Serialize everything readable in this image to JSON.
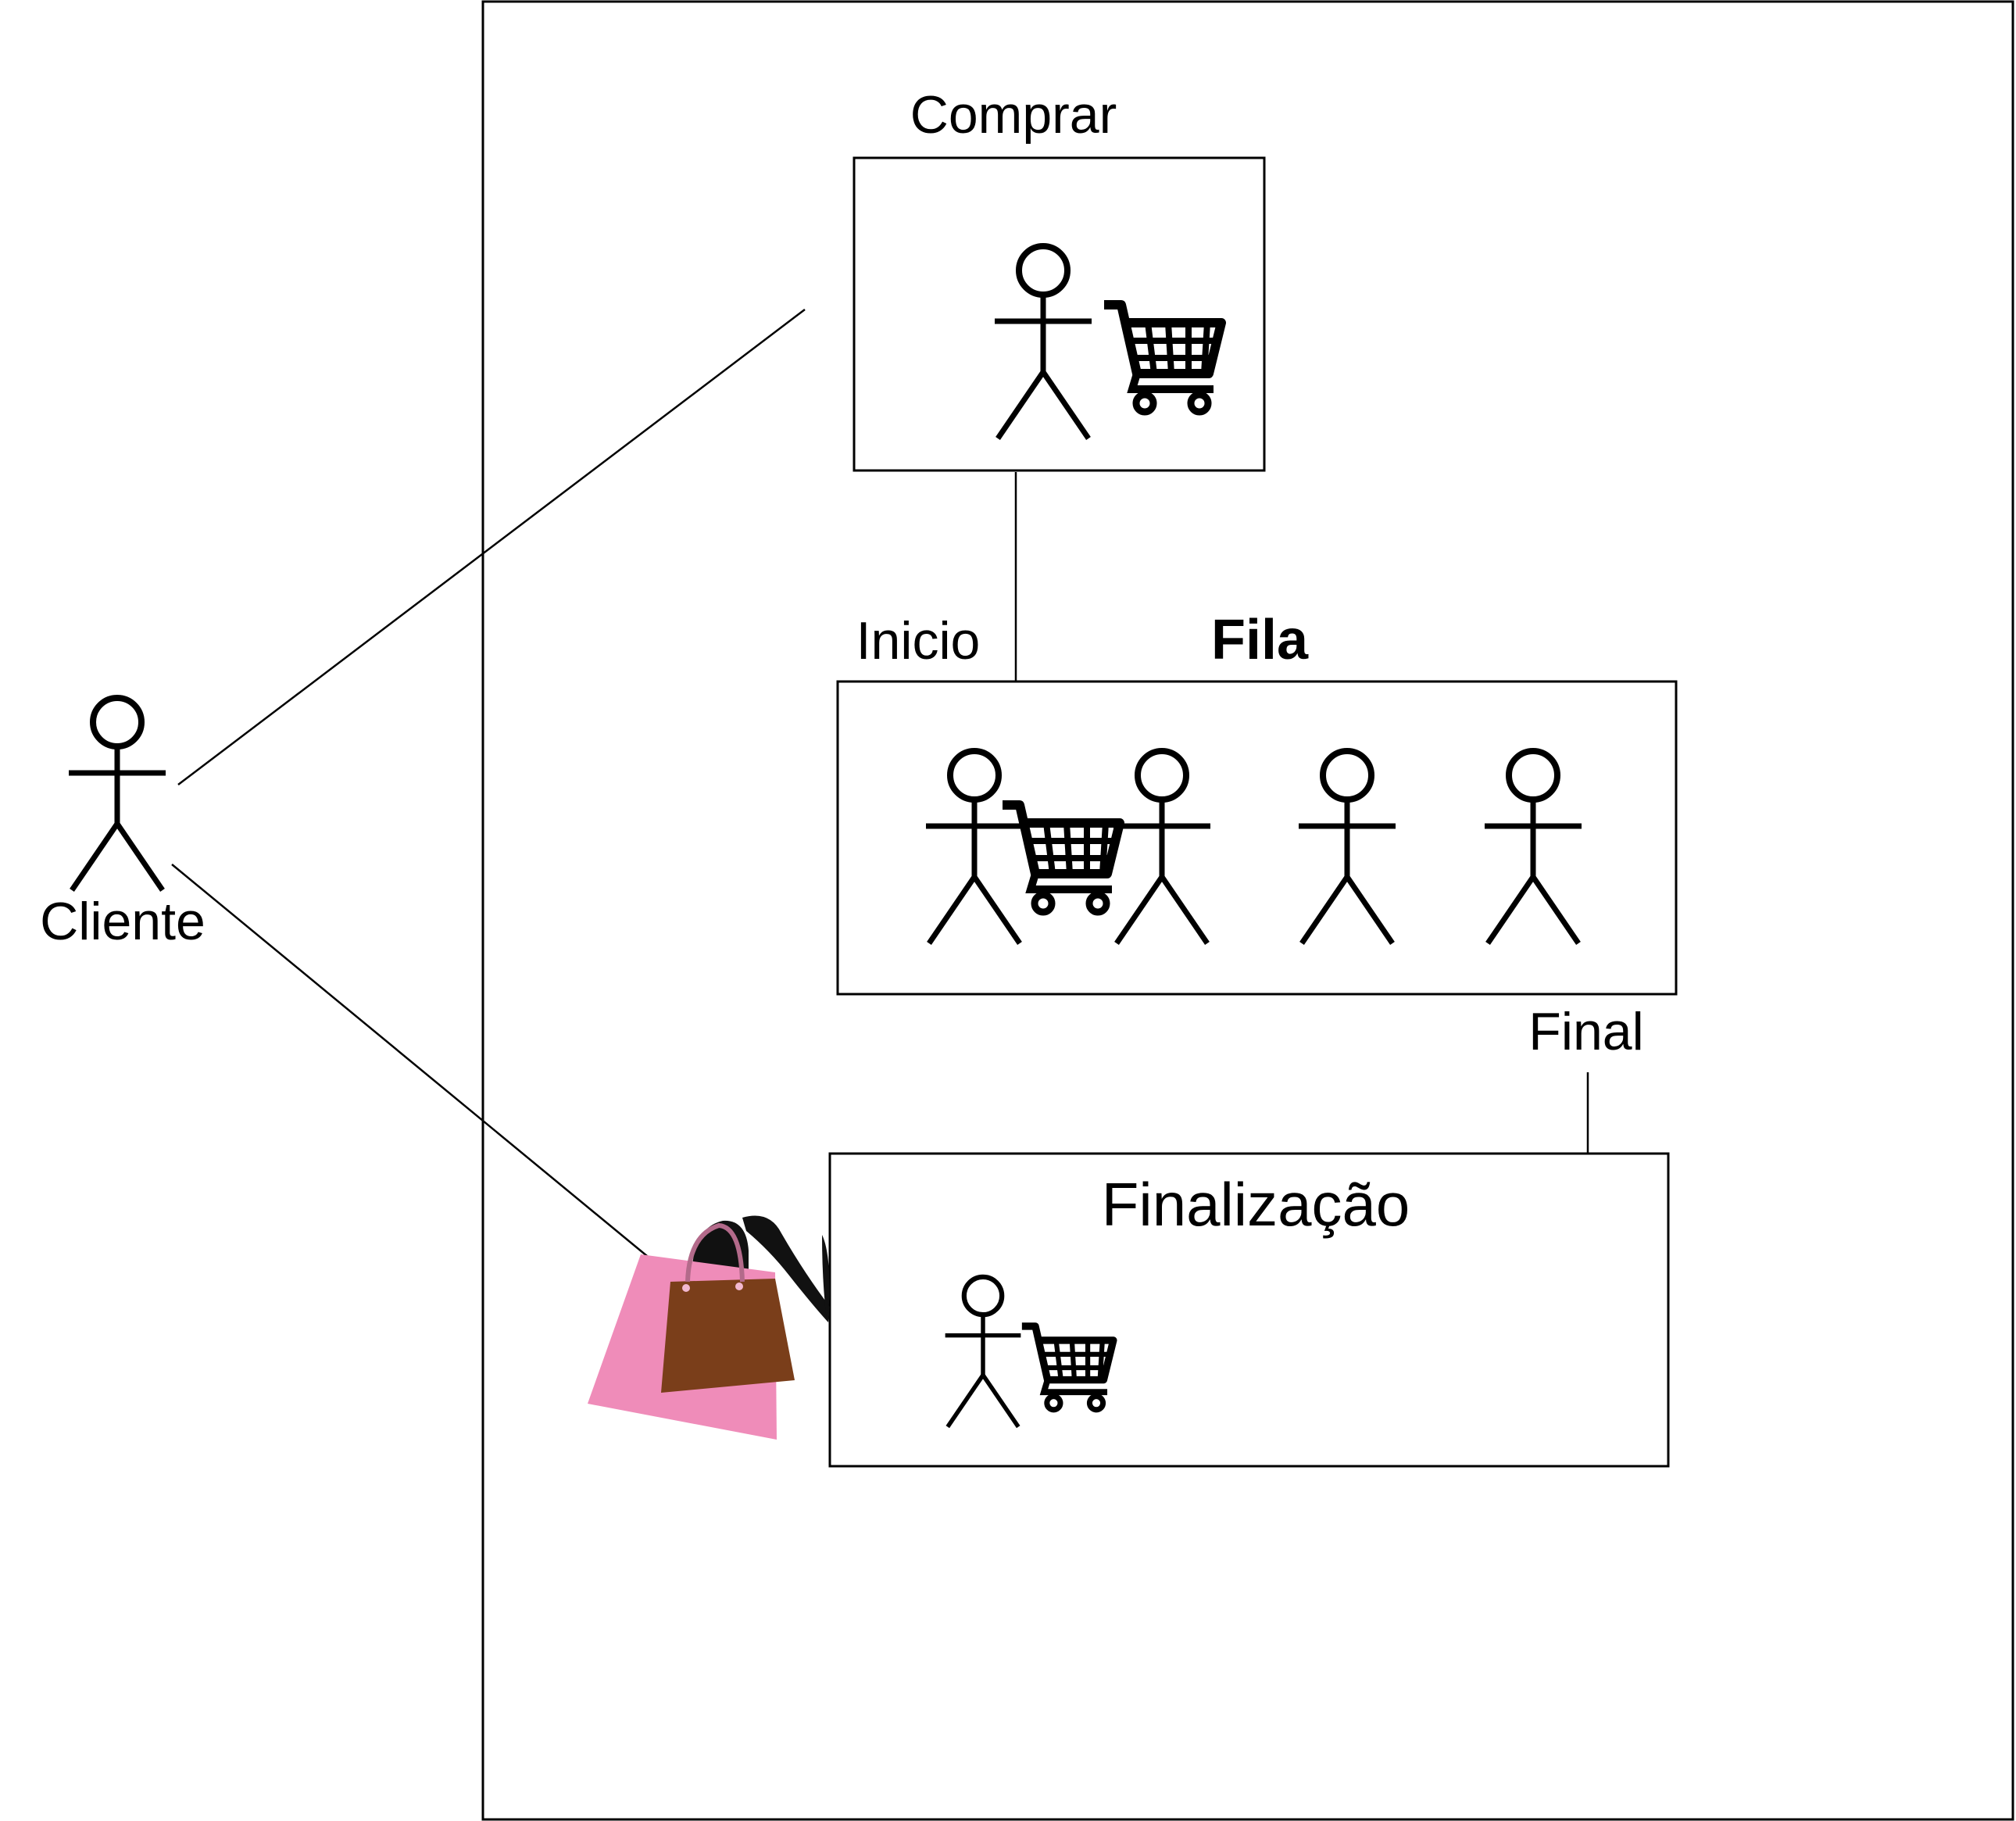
{
  "actor": {
    "label": "Cliente"
  },
  "boxes": {
    "comprar": {
      "title": "Comprar"
    },
    "fila": {
      "title": "Fila",
      "start_label": "Inicio",
      "end_label": "Final",
      "people_count": 4
    },
    "finalizacao": {
      "title": "Finalização"
    }
  },
  "icons": {
    "actor": "stick-figure-icon",
    "cart": "shopping-cart-icon",
    "shopper": "shopping-bags-icon"
  },
  "colors": {
    "line": "#000000",
    "bag_pink": "#ef8cb9",
    "bag_brown": "#7a3e1a",
    "silhouette": "#111111"
  }
}
